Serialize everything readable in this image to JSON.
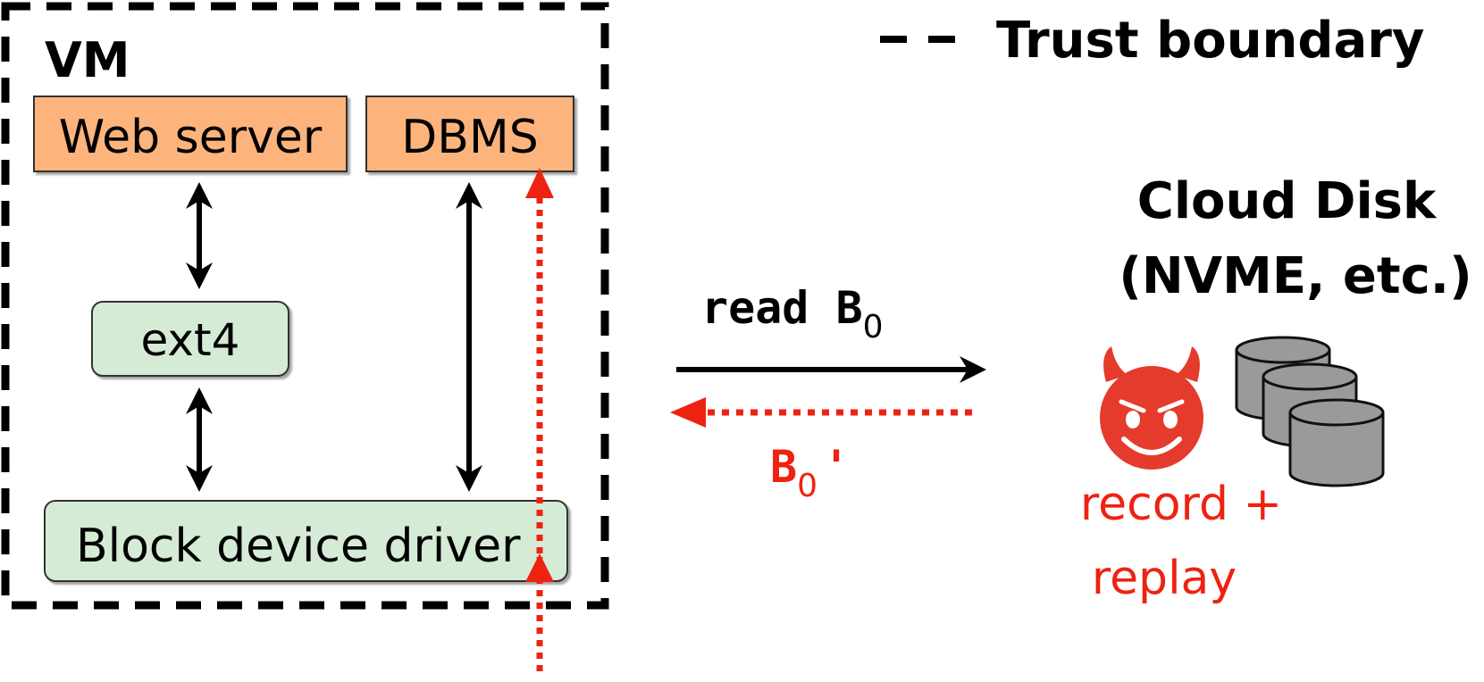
{
  "legend": {
    "label": "Trust boundary"
  },
  "vm": {
    "title": "VM",
    "boxes": {
      "web_server": "Web server",
      "dbms": "DBMS",
      "ext4": "ext4",
      "block_driver": "Block device driver"
    }
  },
  "cloud": {
    "title_line1": "Cloud Disk",
    "title_line2": "(NVME, etc.)",
    "attacker_line1": "record +",
    "attacker_line2": "replay",
    "attacker_icon": "devil-face-icon",
    "disk_icon": "disk-stack-icon"
  },
  "io": {
    "request_label": "read B",
    "request_sub": "0",
    "response_label": "B",
    "response_sub": "0",
    "response_suffix": "'"
  },
  "colors": {
    "orange_box": "#FDB47B",
    "green_box": "#D6EBD5",
    "attack_red": "#EE2211",
    "devil_red": "#E43B2C",
    "disk_gray": "#9A9A9A"
  }
}
